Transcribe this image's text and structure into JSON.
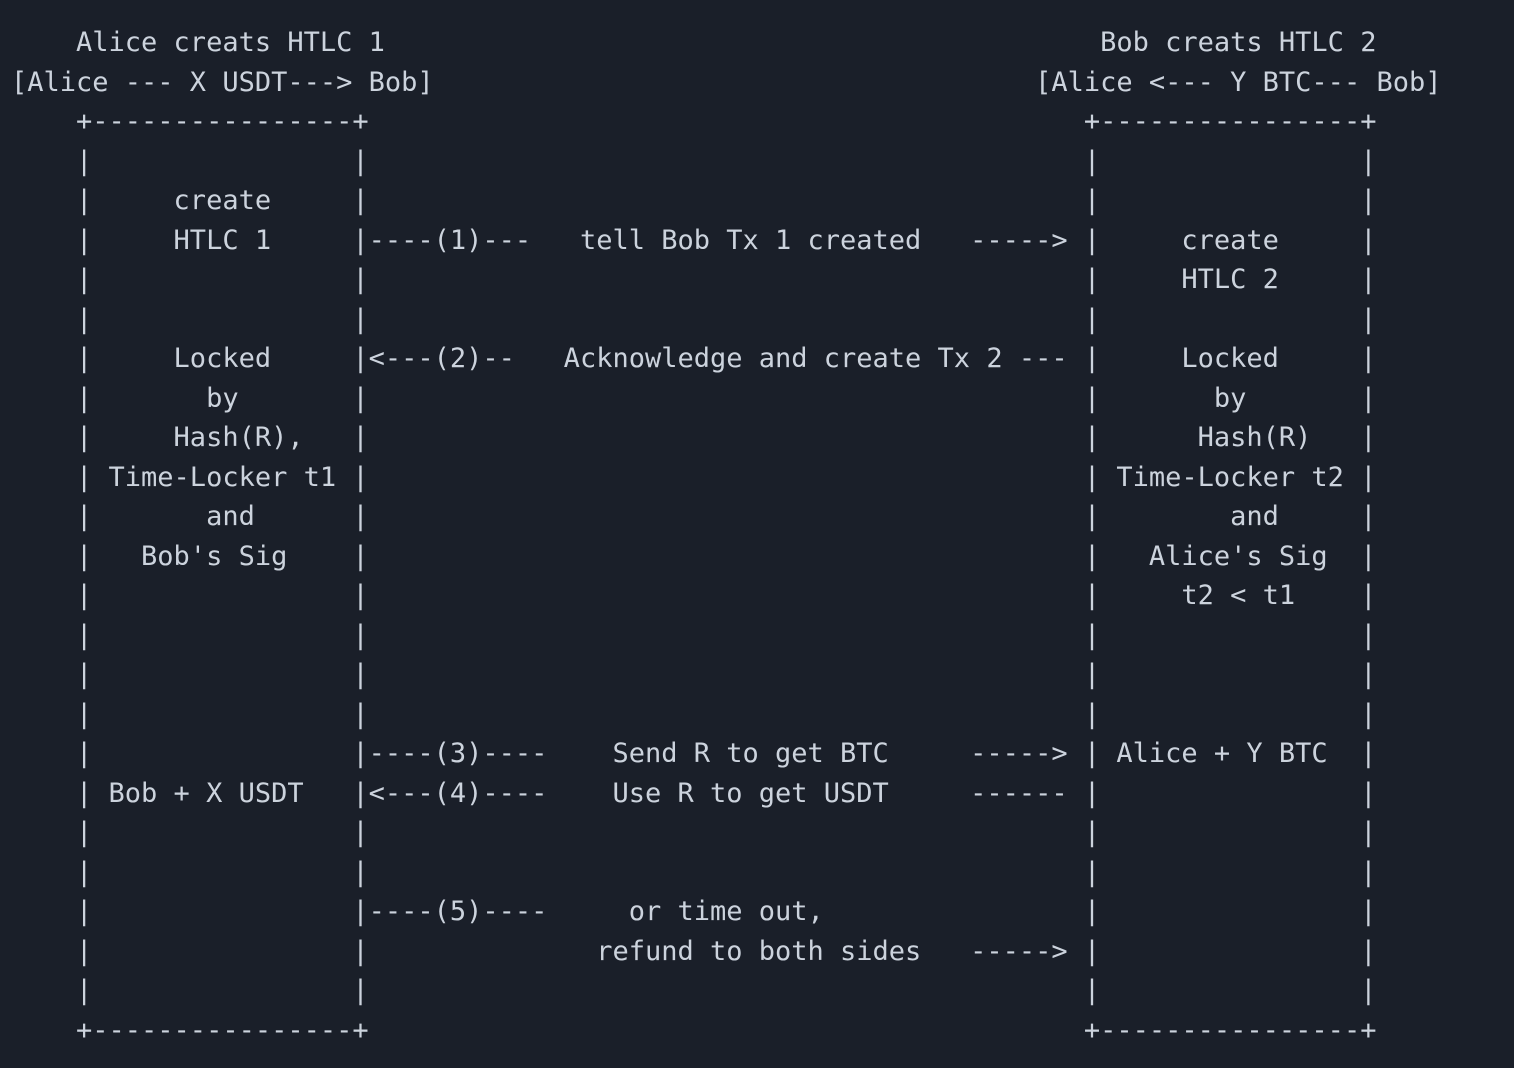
{
  "theme": {
    "background": "#1a1f29",
    "text": "#ccd3dd"
  },
  "diagram": {
    "kind": "ascii-sequence-diagram",
    "left_column": {
      "title": "Alice creats HTLC 1",
      "flow_caption": "[Alice --- X USDT---> Bob]",
      "box_lines": [
        "create",
        "HTLC 1",
        "Locked",
        "by",
        "Hash(R),",
        "Time-Locker t1",
        "and",
        "Bob's Sig",
        "Bob + X USDT"
      ]
    },
    "right_column": {
      "title": "Bob creats HTLC 2",
      "flow_caption": "[Alice <--- Y BTC--- Bob]",
      "box_lines": [
        "create",
        "HTLC 2",
        "Locked",
        "by",
        "Hash(R)",
        "Time-Locker t2",
        "and",
        "Alice's Sig",
        "t2 < t1",
        "Alice + Y BTC"
      ]
    },
    "steps": [
      {
        "id": "(1)",
        "from": "Alice",
        "to": "Bob",
        "label": "tell Bob Tx 1 created"
      },
      {
        "id": "(2)",
        "from": "Bob",
        "to": "Alice",
        "label": "Acknowledge and create Tx 2"
      },
      {
        "id": "(3)",
        "from": "Alice",
        "to": "Bob",
        "label": "Send R to get BTC"
      },
      {
        "id": "(4)",
        "from": "Bob",
        "to": "Alice",
        "label": "Use R to get USDT"
      },
      {
        "id": "(5)",
        "from": "Alice",
        "to": "Bob",
        "label": "or time out, refund to both sides"
      }
    ],
    "ascii_lines": [
      "    Alice creats HTLC 1                                            Bob creats HTLC 2",
      "[Alice --- X USDT---> Bob]                                     [Alice <--- Y BTC--- Bob]",
      "    +----------------+                                            +----------------+",
      "    |                |                                            |                |",
      "    |     create     |                                            |                |",
      "    |     HTLC 1     |----(1)---   tell Bob Tx 1 created   -----> |     create     |",
      "    |                |                                            |     HTLC 2     |",
      "    |                |                                            |                |",
      "    |     Locked     |<---(2)--   Acknowledge and create Tx 2 --- |     Locked     |",
      "    |       by       |                                            |       by       |",
      "    |     Hash(R),   |                                            |      Hash(R)   |",
      "    | Time-Locker t1 |                                            | Time-Locker t2 |",
      "    |       and      |                                            |        and     |",
      "    |   Bob's Sig    |                                            |   Alice's Sig  |",
      "    |                |                                            |     t2 < t1    |",
      "    |                |                                            |                |",
      "    |                |                                            |                |",
      "    |                |                                            |                |",
      "    |                |----(3)----    Send R to get BTC     -----> | Alice + Y BTC  |",
      "    | Bob + X USDT   |<---(4)----    Use R to get USDT     ------ |                |",
      "    |                |                                            |                |",
      "    |                |                                            |                |",
      "    |                |----(5)----     or time out,                |                |",
      "    |                |              refund to both sides   -----> |                |",
      "    |                |                                            |                |",
      "    +----------------+                                            +----------------+"
    ]
  }
}
